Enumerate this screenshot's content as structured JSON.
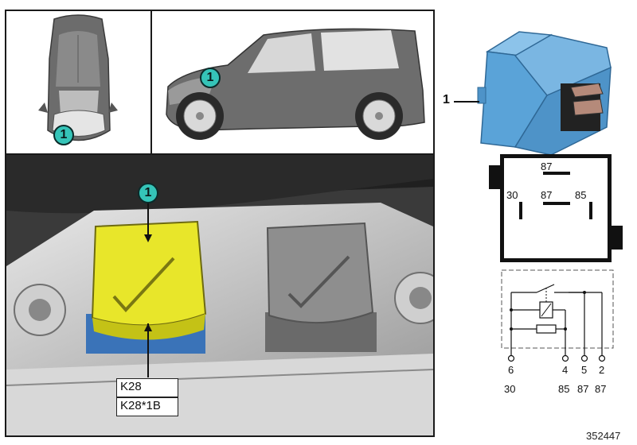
{
  "callouts": {
    "top_view": "1",
    "side_view": "1",
    "detail": "1"
  },
  "labels": {
    "location": "K28",
    "connector": "K28*1B"
  },
  "part": {
    "number": "1"
  },
  "relay_face": {
    "top": "87",
    "center": "87",
    "left": "30",
    "right": "85"
  },
  "schematic": {
    "pins": [
      "6",
      "4",
      "5",
      "2"
    ],
    "terminals": [
      "30",
      "85",
      "87",
      "87"
    ]
  },
  "ref_number": "352447",
  "colors": {
    "relay_yellow": "#e8e62a",
    "relay_blue": "#5aa3d8",
    "callout_teal": "#35c4b8",
    "relay_grey": "#8e8e8e"
  }
}
